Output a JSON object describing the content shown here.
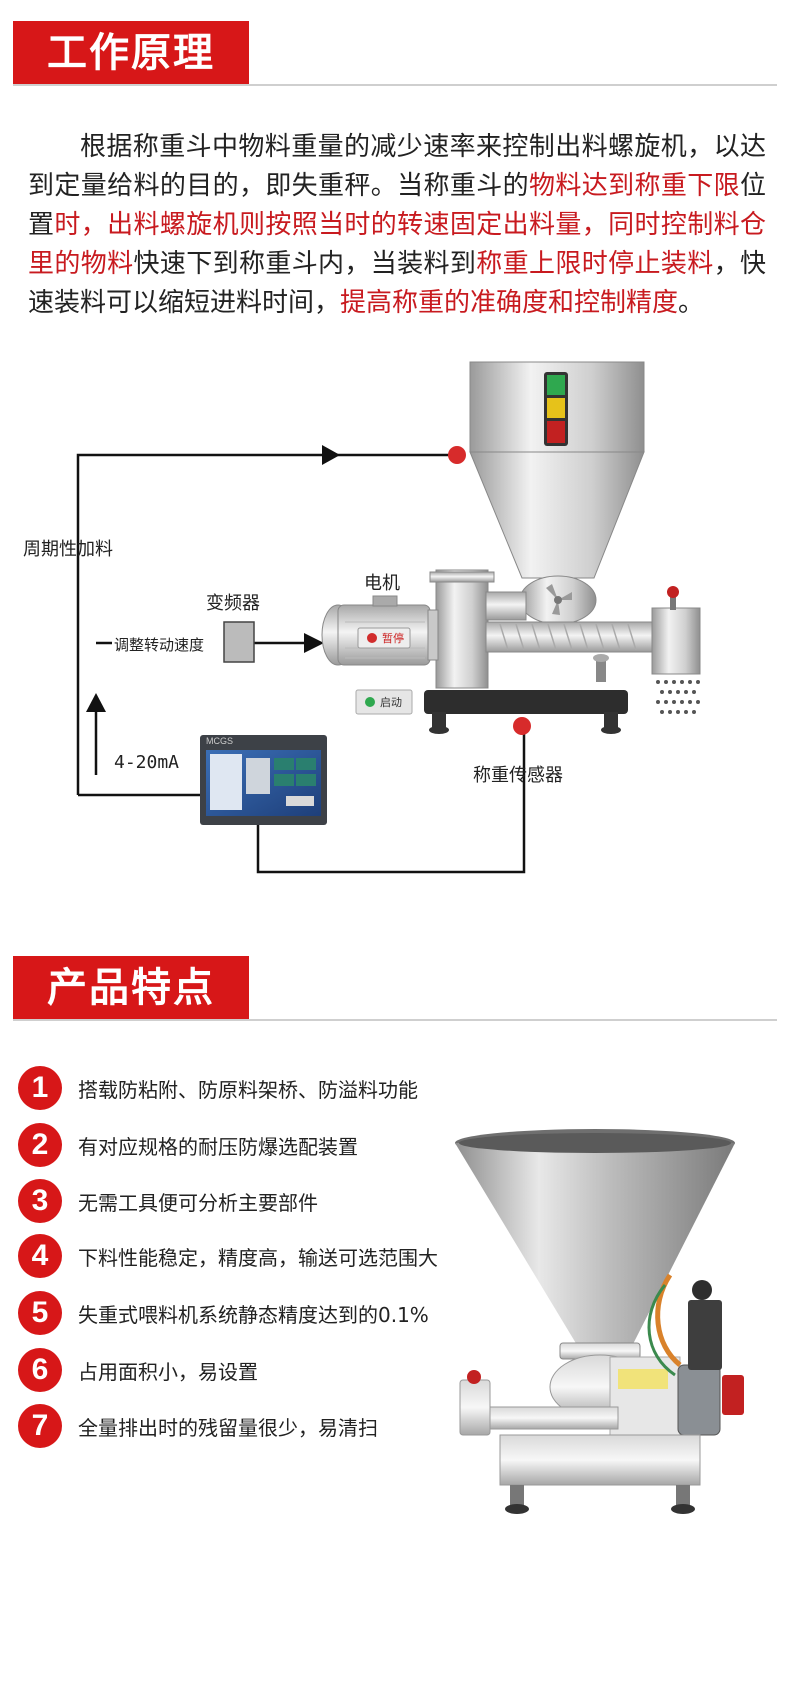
{
  "sections": {
    "principle_title": "工作原理",
    "features_title": "产品特点"
  },
  "intro": {
    "p1": "根据称重斗中物料重量的减少速率来控制出料螺旋机，以达到定量给料的目的，即失重秤。当称重斗的",
    "h1": "物料达到称重下限",
    "p2": "位置",
    "h2": "时，出料螺旋机则按照当时的转速固定出料量，同时控制料仓里的物料",
    "p3": "快速下到称重斗内，当装料到",
    "h3": "称重上限时停止装料",
    "p4": "，快速装料可以缩短进料时间，",
    "h4": "提高称重的准确度和控制精度",
    "p5": "。"
  },
  "diagram": {
    "periodic_feed": "周期性加料",
    "inverter": "变频器",
    "motor": "电机",
    "adjust_speed": "调整转动速度",
    "current_signal": "4-20mA",
    "load_cell": "称重传感器",
    "pause_button": "暂停",
    "start_button": "启动",
    "hmi_brand": "MCGS"
  },
  "features": [
    {
      "num": "1",
      "text": "搭载防粘附、防原料架桥、防溢料功能"
    },
    {
      "num": "2",
      "text": "有对应规格的耐压防爆选配装置"
    },
    {
      "num": "3",
      "text": "无需工具便可分析主要部件"
    },
    {
      "num": "4",
      "text": "下料性能稳定，精度高，输送可选范围大"
    },
    {
      "num": "5",
      "text": "失重式喂料机系统静态精度达到的0.1%"
    },
    {
      "num": "6",
      "text": "占用面积小，易设置"
    },
    {
      "num": "7",
      "text": "全量排出时的残留量很少，易清扫"
    }
  ],
  "colors": {
    "accent": "#d71718",
    "highlight_text": "#c81a1f"
  }
}
